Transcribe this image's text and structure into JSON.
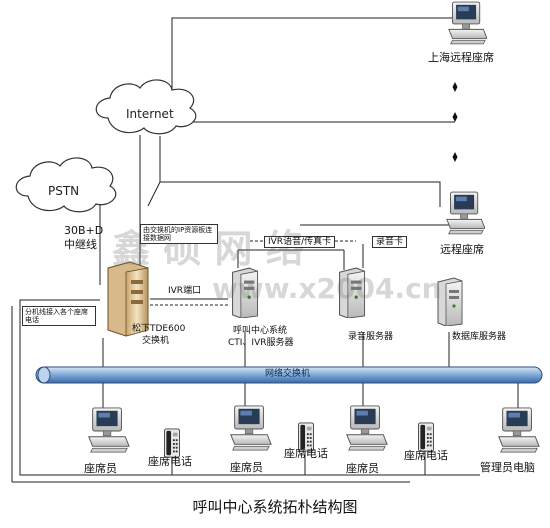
{
  "clouds": {
    "internet": "Internet",
    "pstn": "PSTN"
  },
  "trunk": {
    "line1": "30B+D",
    "line2": "中继线"
  },
  "remote": {
    "shanghai": "上海远程座席",
    "remote_seat": "远程座席"
  },
  "notes": {
    "tde_ip": "由交换机的IP资源板连接数据网",
    "ivr_card": "IVR语音/传真卡",
    "record_card": "录音卡",
    "ivr_port": "IVR端口",
    "extension": "分机线接入各个座席电话"
  },
  "servers": {
    "pbx_l1": "松下TDE600",
    "pbx_l2": "交换机",
    "cti_l1": "呼叫中心系统",
    "cti_l2": "CTI、IVR服务器",
    "rec": "录音服务器",
    "db": "数据库服务器"
  },
  "bus": "网络交换机",
  "endpoints": {
    "agent": "座席员",
    "phone": "座席电话",
    "admin": "管理员电脑"
  },
  "caption": "呼叫中心系统拓朴结构图",
  "watermark": {
    "cn": "鑫 硕 网 络",
    "url": "www.x2004.cn"
  }
}
